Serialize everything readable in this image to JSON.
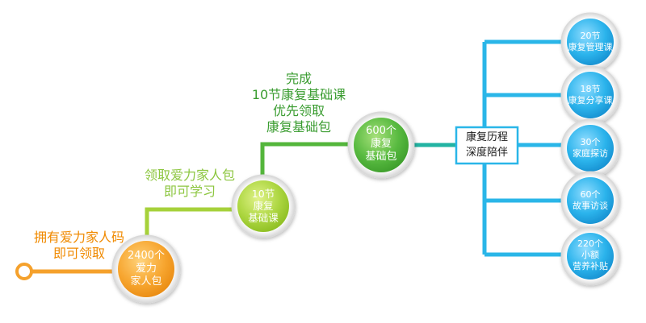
{
  "colors": {
    "orange": "#f5a12c",
    "light_green": "#a6d13a",
    "green": "#54b63c",
    "teal": "#22b3a2",
    "blue": "#2ab6e8",
    "label_orange": "#f08a00",
    "label_green_light": "#8cc63f",
    "label_green": "#3a9c30"
  },
  "steps": [
    {
      "caption": [
        "拥有爱力家人码",
        "即可领取"
      ],
      "node": [
        "2400个",
        "爱力",
        "家人包"
      ]
    },
    {
      "caption": [
        "领取爱力家人包",
        "即可学习"
      ],
      "node": [
        "10节",
        "康复",
        "基础课"
      ]
    },
    {
      "caption": [
        "完成",
        "10节康复基础课",
        "优先领取",
        "康复基础包"
      ],
      "node": [
        "600个",
        "康复",
        "基础包"
      ]
    }
  ],
  "hub": [
    "康复历程",
    "深度陪伴"
  ],
  "services": [
    [
      "20节",
      "康复管理课"
    ],
    [
      "18节",
      "康复分享课"
    ],
    [
      "30个",
      "家庭探访"
    ],
    [
      "60个",
      "故事访谈"
    ],
    [
      "220个",
      "小额",
      "营养补贴"
    ]
  ]
}
